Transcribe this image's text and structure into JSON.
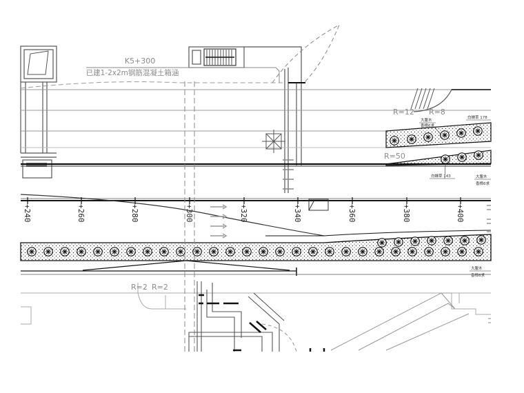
{
  "drawing": {
    "culvert_station": "K5+300",
    "culvert_note": "已建1-2x2m钢筋混凝土箱涵",
    "radius_labels": {
      "r12": "R=12",
      "r8": "R=8",
      "r50": "R=50",
      "r2a": "R=2",
      "r2b": "R=2"
    },
    "chainages": [
      "+240",
      "+260",
      "+280",
      "+300",
      "+320",
      "+340",
      "+360",
      "+380",
      "+400"
    ],
    "tree_labels": {
      "upper_right_1": "白蝉草 178",
      "upper_left_a": "大腹木",
      "upper_left_b": "香樟6求",
      "lower_left": "白蝉草 143",
      "lower_right_a": "大腹木",
      "lower_right_b": "香樟6求",
      "median_right_a": "大腹木",
      "median_right_b": "香樟6求"
    },
    "colors": {
      "line": "#555555",
      "light_line": "#9a9a9a",
      "heavy": "#111111"
    }
  }
}
